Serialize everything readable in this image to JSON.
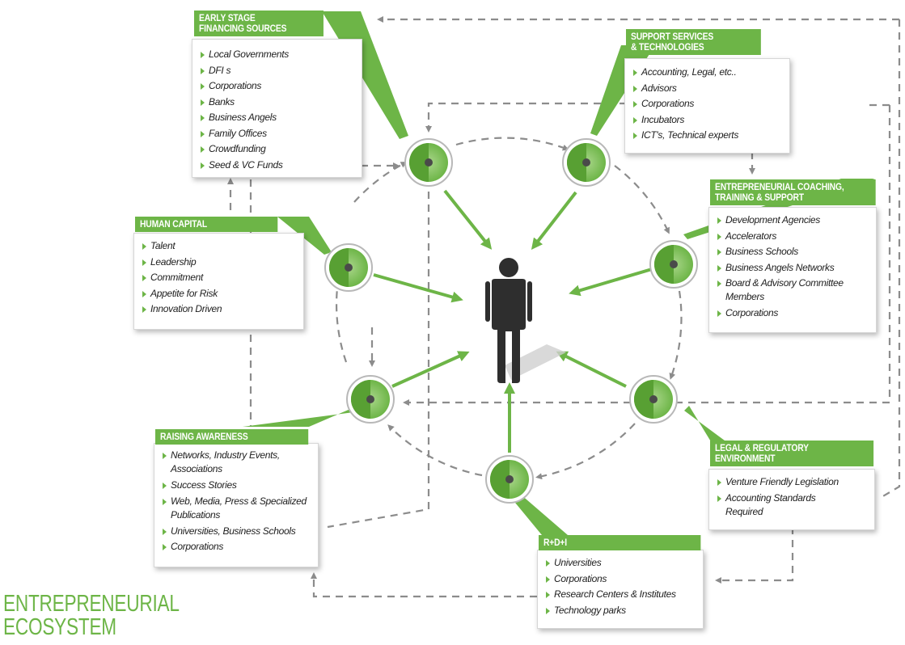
{
  "title": {
    "line1": "ENTREPRENEURIAL",
    "line2": "ECOSYSTEM"
  },
  "center_icon": "person-icon",
  "colors": {
    "accent": "#6db547",
    "light_green": "#a9d68a",
    "node_dark": "#4b8a2a",
    "dashed": "#8c8c8c",
    "person": "#2e2e2e"
  },
  "boxes": {
    "early_stage": {
      "heading": [
        "EARLY STAGE",
        "FINANCING SOURCES"
      ],
      "items": [
        "Local Governments",
        "DFI s",
        "Corporations",
        "Banks",
        "Business Angels",
        "Family Offices",
        "Crowdfunding",
        "Seed & VC Funds"
      ]
    },
    "support_services": {
      "heading": [
        "SUPPORT SERVICES",
        "& TECHNOLOGIES"
      ],
      "items": [
        "Accounting, Legal, etc..",
        "Advisors",
        "Corporations",
        "Incubators",
        "ICT's, Technical experts"
      ]
    },
    "coaching": {
      "heading": [
        "ENTREPRENEURIAL COACHING,",
        "TRAINING & SUPPORT"
      ],
      "items": [
        "Development Agencies",
        "Accelerators",
        "Business Schools",
        "Business Angels Networks",
        "Board & Advisory Committee Members",
        "Corporations"
      ]
    },
    "human_capital": {
      "heading": [
        "HUMAN CAPITAL"
      ],
      "items": [
        "Talent",
        "Leadership",
        "Commitment",
        "Appetite for Risk",
        "Innovation Driven"
      ]
    },
    "raising_awareness": {
      "heading": [
        "RAISING AWARENESS"
      ],
      "items": [
        "Networks, Industry Events, Associations",
        "Success Stories",
        "Web, Media, Press & Specialized Publications",
        "Universities, Business Schools",
        "Corporations"
      ]
    },
    "legal": {
      "heading": [
        "LEGAL & REGULATORY",
        "ENVIRONMENT"
      ],
      "items": [
        "Venture Friendly Legislation",
        "Accounting Standards Required"
      ]
    },
    "rdi": {
      "heading": [
        "R+D+I"
      ],
      "items": [
        "Universities",
        "Corporations",
        "Research Centers & Institutes",
        "Technology parks"
      ]
    }
  }
}
